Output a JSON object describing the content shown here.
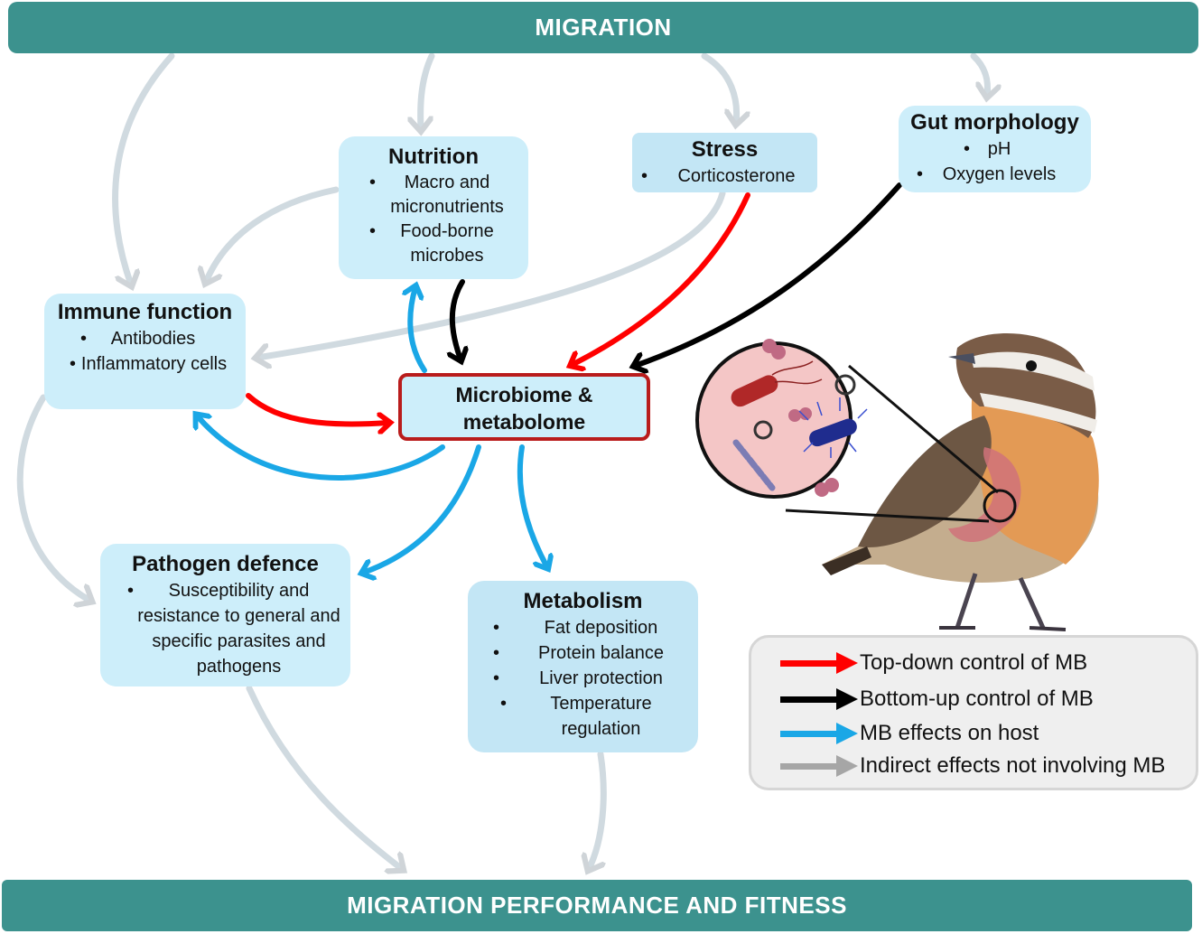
{
  "banners": {
    "top": "MIGRATION",
    "bottom": "MIGRATION PERFORMANCE AND FITNESS"
  },
  "boxes": {
    "nutrition": {
      "title": "Nutrition",
      "items": [
        "Macro and micronutrients",
        "Food-borne microbes"
      ]
    },
    "stress": {
      "title": "Stress",
      "items": [
        "Corticosterone"
      ]
    },
    "gut": {
      "title": "Gut morphology",
      "items": [
        "pH",
        "Oxygen levels"
      ]
    },
    "immune": {
      "title": "Immune function",
      "items": [
        "Antibodies",
        "Inflammatory cells"
      ]
    },
    "microbiome": {
      "title": "Microbiome & metabolome"
    },
    "pathogen": {
      "title": "Pathogen defence",
      "items": [
        "Susceptibility and resistance to general and specific parasites and pathogens"
      ]
    },
    "metabolism": {
      "title": "Metabolism",
      "items": [
        "Fat deposition",
        "Protein balance",
        "Liver protection",
        "Temperature regulation"
      ]
    }
  },
  "legend": {
    "items": [
      {
        "label": "Top-down control of MB",
        "color": "#ff0000"
      },
      {
        "label": "Bottom-up control of MB",
        "color": "#000000"
      },
      {
        "label": "MB effects on host",
        "color": "#1aa7e6"
      },
      {
        "label": "Indirect effects not involving MB",
        "color": "#a6a6a6"
      }
    ]
  },
  "colors": {
    "banner": "#3c928e",
    "box": "#cdeefa",
    "microbiome_border": "#b91c1c",
    "indirect_arrow": "#cfd8de"
  },
  "illustration": {
    "subject": "bird-with-gut-microbiome-inset"
  }
}
